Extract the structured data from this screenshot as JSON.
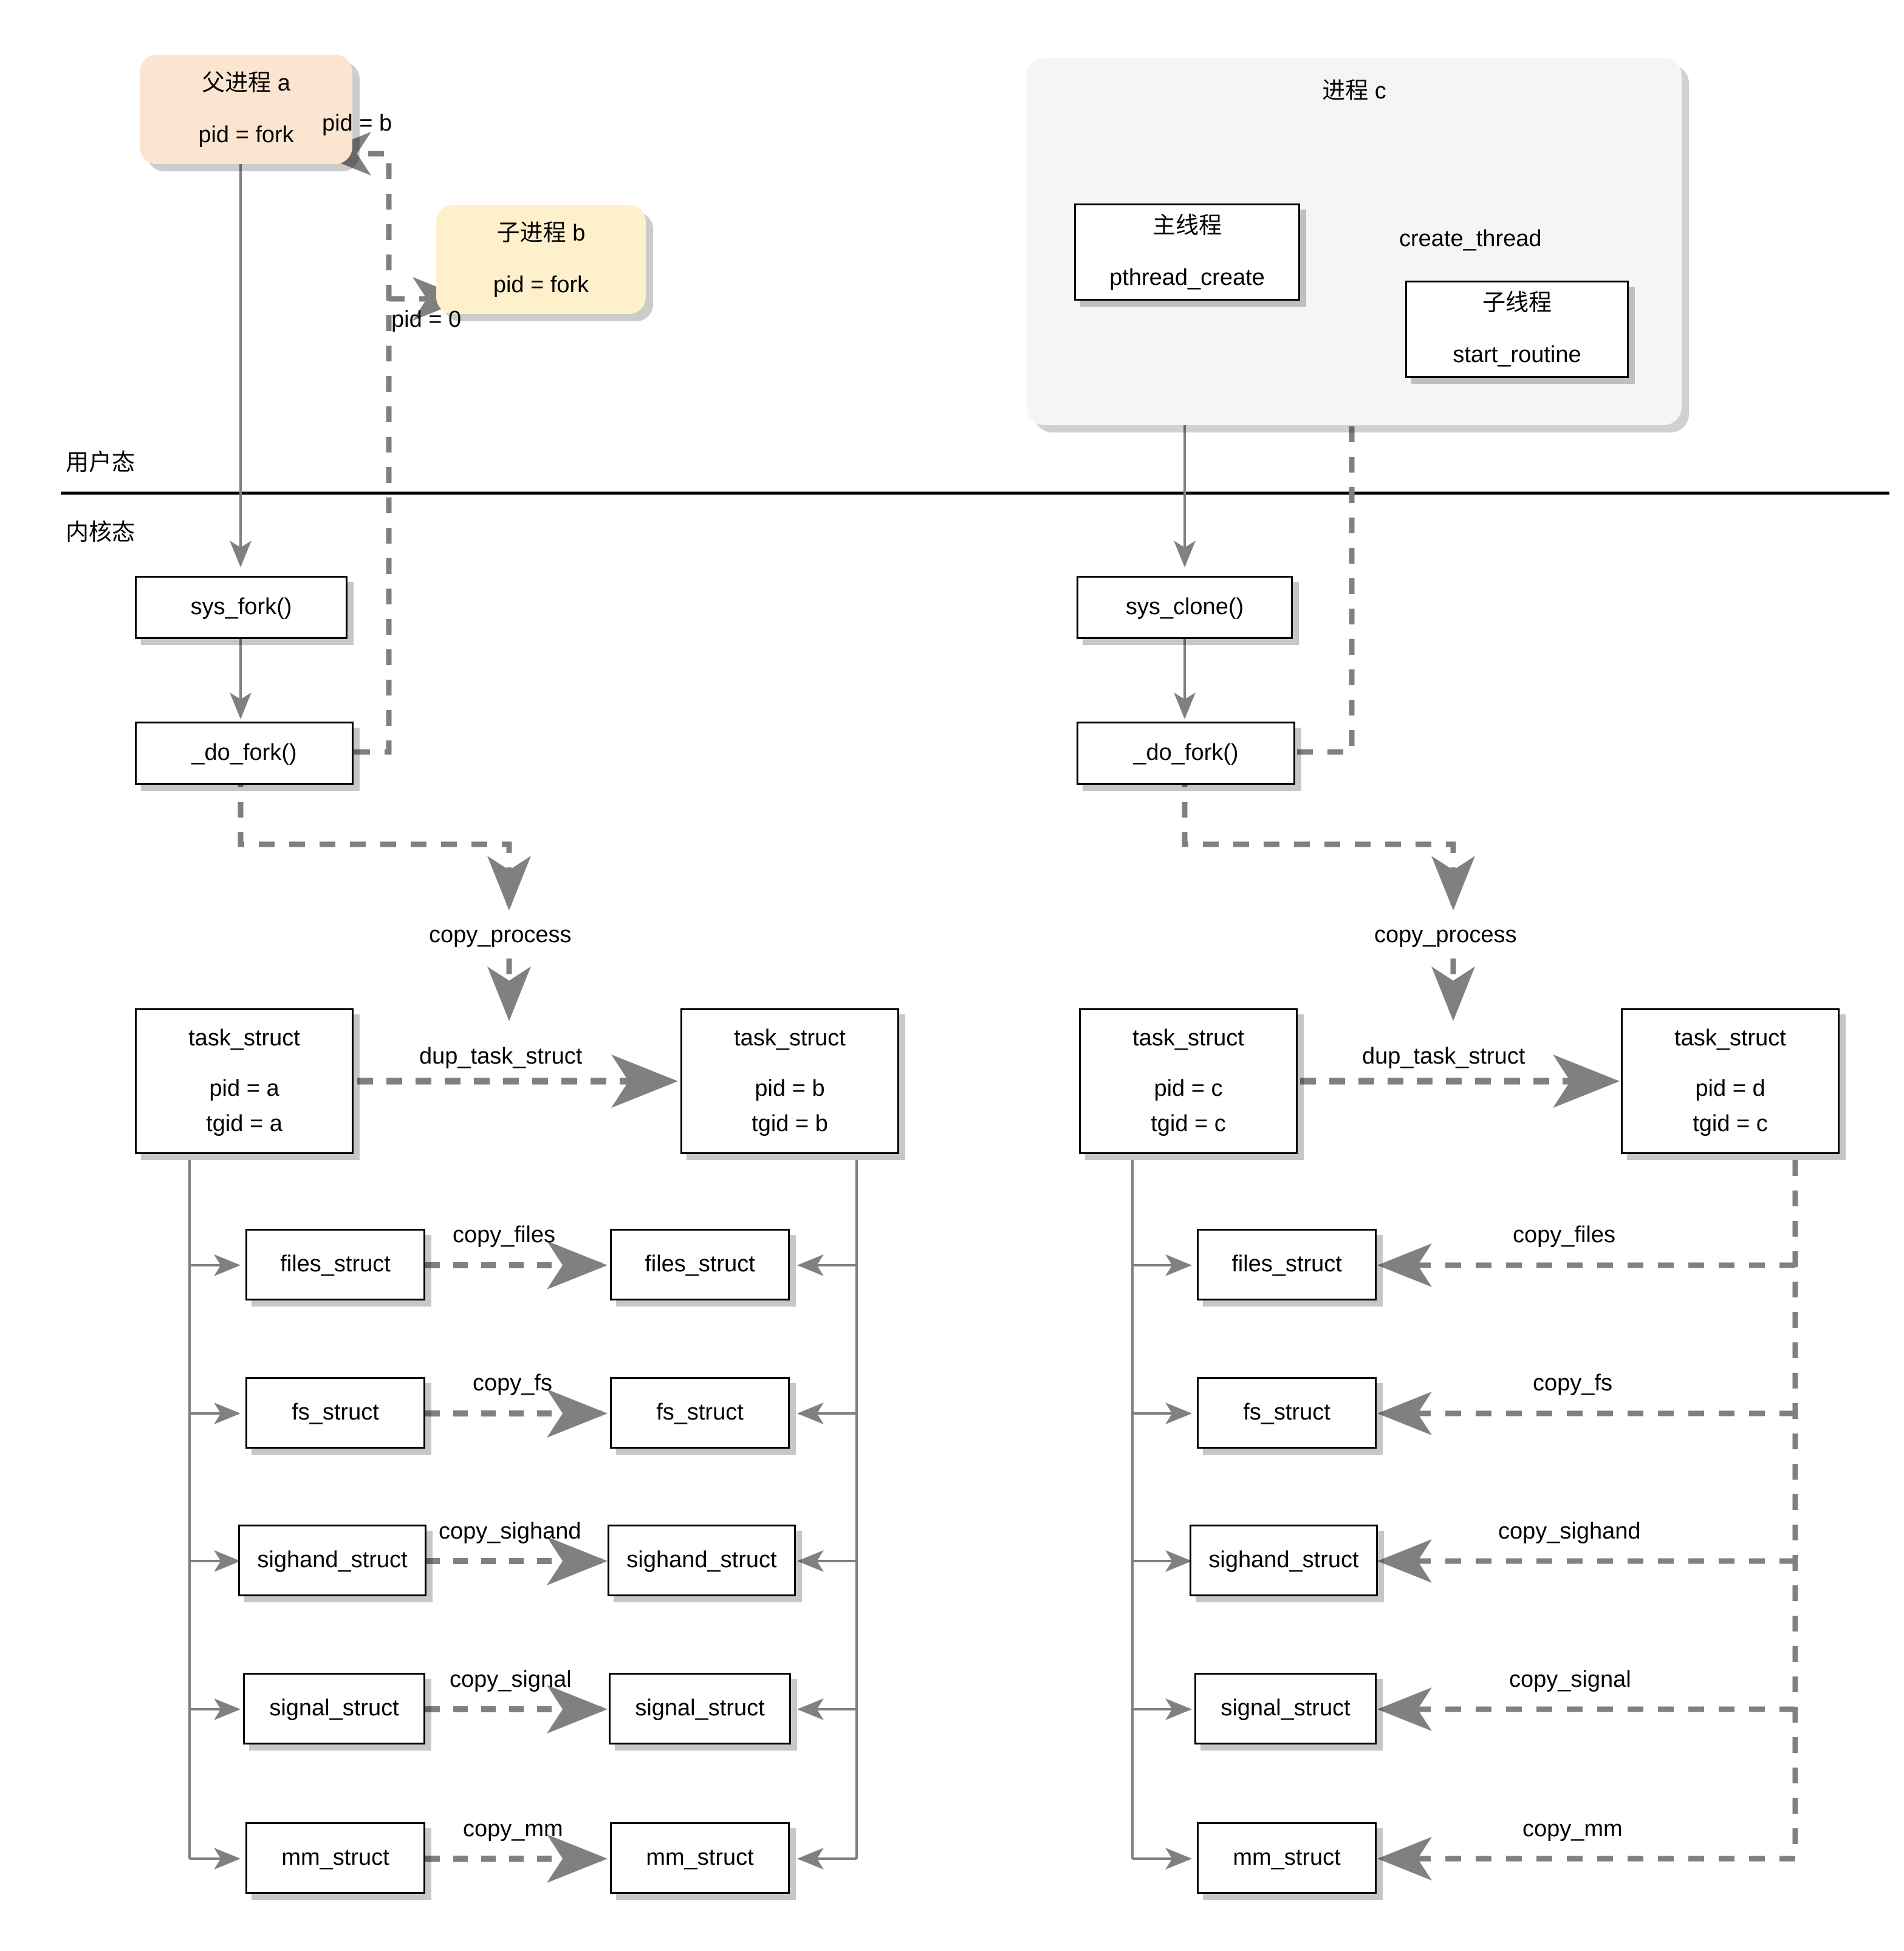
{
  "diagram": {
    "title_note": "Linux fork and pthread_create kernel flow",
    "mode_labels": {
      "user": "用户态",
      "kernel": "内核态"
    }
  },
  "left_flow": {
    "parent_process": {
      "title": "父进程 a",
      "body": "pid = fork"
    },
    "child_process": {
      "title": "子进程 b",
      "body": "pid = fork"
    },
    "return_label_parent": "pid = b",
    "return_label_child": "pid = 0",
    "syscall_box": "sys_fork()",
    "dofork_box": "_do_fork()",
    "copy_process_label": "copy_process",
    "dup_task_struct_label": "dup_task_struct",
    "task_parent": {
      "title": "task_struct",
      "pid": "pid = a",
      "tgid": "tgid = a"
    },
    "task_child": {
      "title": "task_struct",
      "pid": "pid = b",
      "tgid": "tgid = b"
    },
    "structs": [
      {
        "name": "files_struct",
        "copy_label": "copy_files"
      },
      {
        "name": "fs_struct",
        "copy_label": "copy_fs"
      },
      {
        "name": "sighand_struct",
        "copy_label": "copy_sighand"
      },
      {
        "name": "signal_struct",
        "copy_label": "copy_signal"
      },
      {
        "name": "mm_struct",
        "copy_label": "copy_mm"
      }
    ]
  },
  "right_flow": {
    "process_group_title": "进程 c",
    "main_thread": {
      "title": "主线程",
      "body": "pthread_create"
    },
    "child_thread": {
      "title": "子线程",
      "body": "start_routine"
    },
    "create_thread_label": "create_thread",
    "syscall_box": "sys_clone()",
    "dofork_box": "_do_fork()",
    "copy_process_label": "copy_process",
    "dup_task_struct_label": "dup_task_struct",
    "task_parent": {
      "title": "task_struct",
      "pid": "pid = c",
      "tgid": "tgid = c"
    },
    "task_child": {
      "title": "task_struct",
      "pid": "pid = d",
      "tgid": "tgid = c"
    },
    "structs": [
      {
        "name": "files_struct",
        "copy_label": "copy_files"
      },
      {
        "name": "fs_struct",
        "copy_label": "copy_fs"
      },
      {
        "name": "sighand_struct",
        "copy_label": "copy_sighand"
      },
      {
        "name": "signal_struct",
        "copy_label": "copy_signal"
      },
      {
        "name": "mm_struct",
        "copy_label": "copy_mm"
      }
    ]
  },
  "colors": {
    "parent_process_fill": "#fce5d0",
    "child_process_fill": "#fdf0cb",
    "process_group_fill": "#f5f5f5",
    "box_fill": "#ffffff",
    "box_stroke": "#000000",
    "connector": "#808080",
    "divider": "#000000"
  }
}
